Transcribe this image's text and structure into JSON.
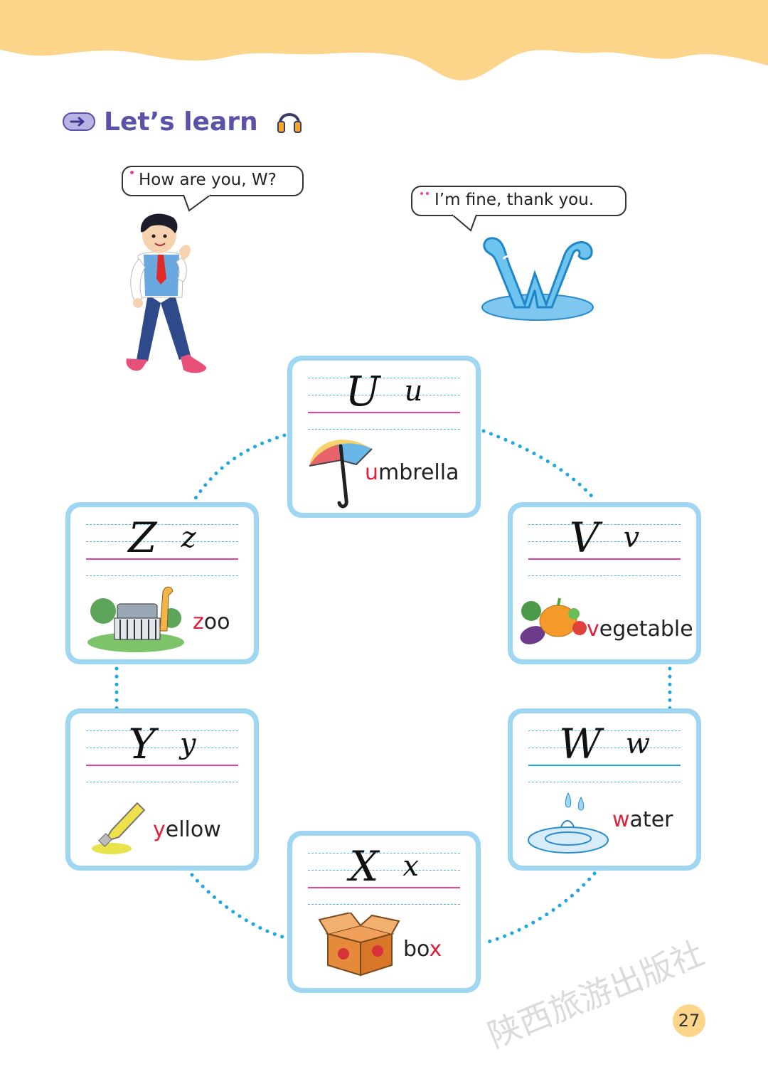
{
  "colors": {
    "wave": "#fcd58b",
    "title": "#5a52a8",
    "card_border": "#9fd6f2",
    "dots": "#1ea7e0",
    "highlight": "#e0203a",
    "guide_pink": "#e8409a"
  },
  "header": {
    "title": "Let’s learn",
    "icon": "arrow-right-icon",
    "audio_icon": "headphones-icon"
  },
  "dialogue": {
    "boy": "How are you, W?",
    "letter_w": "I’m fine, thank you."
  },
  "cards": [
    {
      "upper": "U",
      "lower": "u",
      "word_hl": "u",
      "word_rest": "mbrella",
      "picture": "umbrella-icon"
    },
    {
      "upper": "V",
      "lower": "v",
      "word_hl": "v",
      "word_rest": "egetable",
      "picture": "vegetables-icon"
    },
    {
      "upper": "W",
      "lower": "w",
      "word_hl": "w",
      "word_rest": "ater",
      "picture": "water-splash-icon"
    },
    {
      "upper": "X",
      "lower": "x",
      "word_pre": "bo",
      "word_hl": "x",
      "picture": "box-icon"
    },
    {
      "upper": "Y",
      "lower": "y",
      "word_hl": "y",
      "word_rest": "ellow",
      "picture": "paint-tube-icon"
    },
    {
      "upper": "Z",
      "lower": "z",
      "word_hl": "z",
      "word_rest": "oo",
      "picture": "zoo-icon"
    }
  ],
  "page_number": "27",
  "watermark": "陕西旅游出版社"
}
